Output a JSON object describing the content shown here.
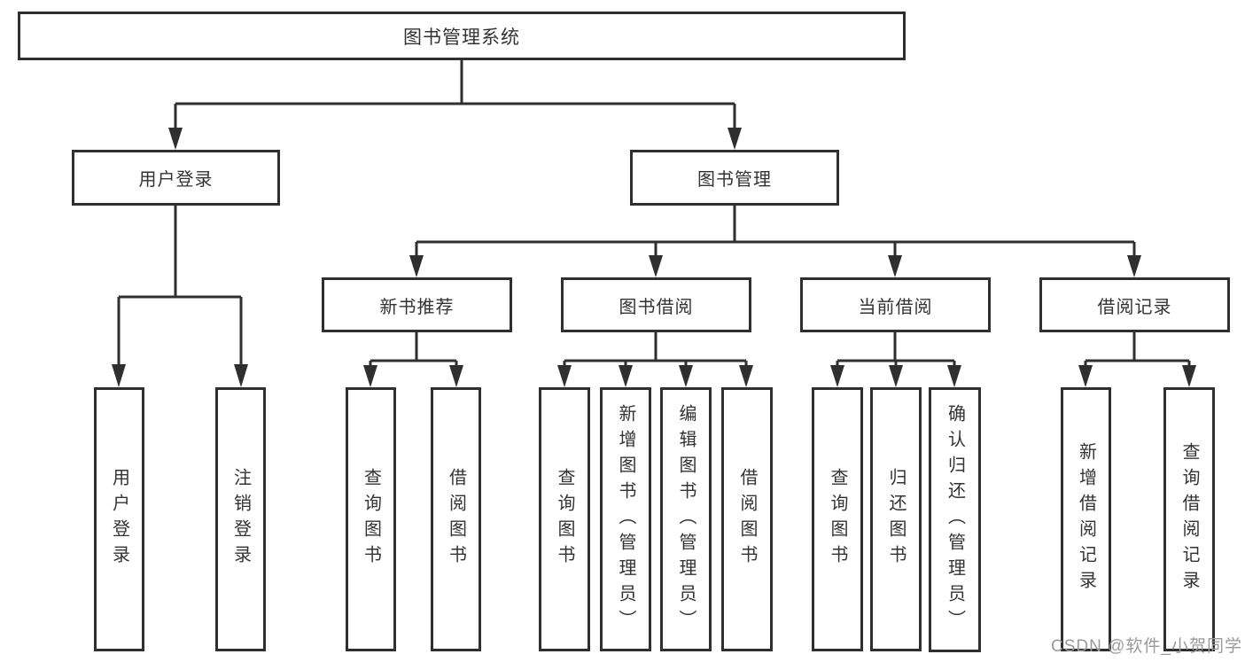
{
  "diagram": {
    "root": {
      "label": "图书管理系统",
      "children": [
        {
          "label": "用户登录",
          "children": [
            {
              "label": "用户登录"
            },
            {
              "label": "注销登录"
            }
          ]
        },
        {
          "label": "图书管理",
          "children": [
            {
              "label": "新书推荐",
              "children": [
                {
                  "label": "查询图书"
                },
                {
                  "label": "借阅图书"
                }
              ]
            },
            {
              "label": "图书借阅",
              "children": [
                {
                  "label": "查询图书"
                },
                {
                  "label": "新增图书（管理员）"
                },
                {
                  "label": "编辑图书（管理员）"
                },
                {
                  "label": "借阅图书"
                }
              ]
            },
            {
              "label": "当前借阅",
              "children": [
                {
                  "label": "查询图书"
                },
                {
                  "label": "归还图书"
                },
                {
                  "label": "确认归还（管理员）"
                }
              ]
            },
            {
              "label": "借阅记录",
              "children": [
                {
                  "label": "新增借阅记录"
                },
                {
                  "label": "查询借阅记录"
                }
              ]
            }
          ]
        }
      ]
    }
  },
  "watermark": {
    "text": "CSDN @软件_小贺同学"
  },
  "colors": {
    "line": "#2f2f2f",
    "text": "#333333",
    "watermark": "#9a9a9a",
    "background": "#ffffff"
  }
}
